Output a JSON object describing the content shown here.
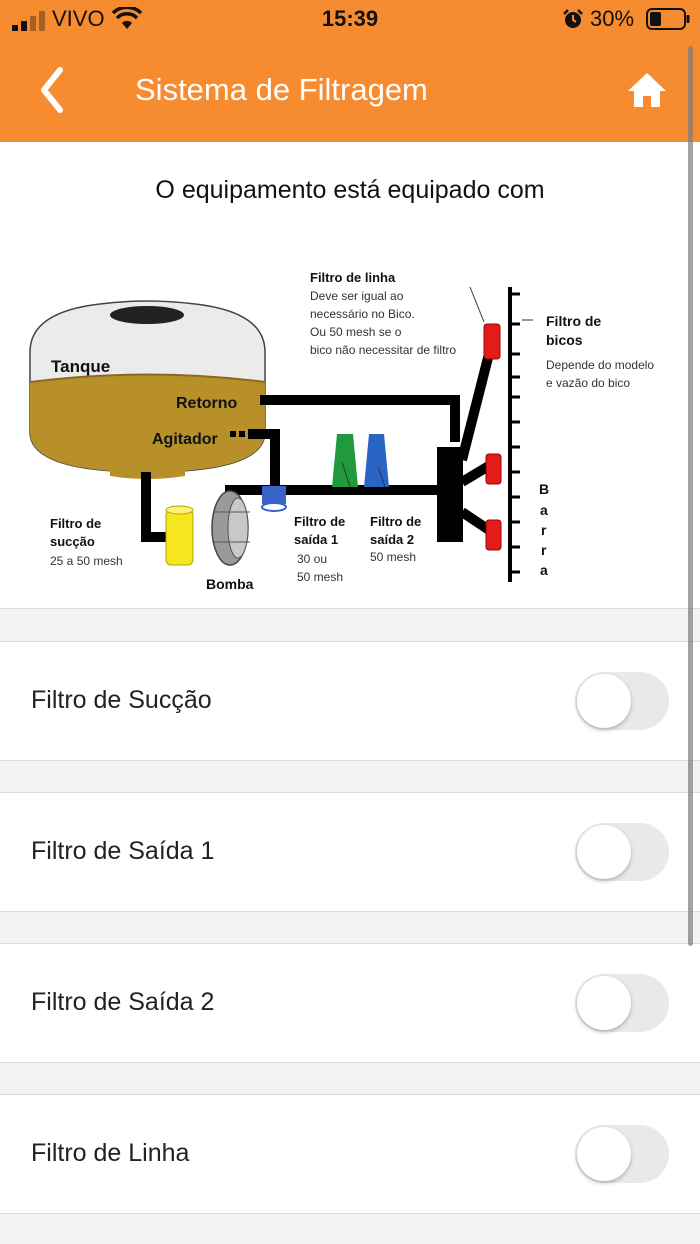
{
  "status_bar": {
    "carrier": "VIVO",
    "time": "15:39",
    "battery": "30%"
  },
  "header": {
    "title": "Sistema de Filtragem",
    "back_icon": "chevron-left-icon",
    "home_icon": "home-icon"
  },
  "intro": {
    "text": "O equipamento está equipado com"
  },
  "diagram": {
    "tank": "Tanque",
    "return": "Retorno",
    "agitator": "Agitador",
    "agitator_suffix": "==",
    "pump": "Bomba",
    "suction_title": [
      "Filtro de",
      "sucção"
    ],
    "suction_spec": "25 a 50 mesh",
    "out1_title": [
      "Filtro de",
      "saída 1"
    ],
    "out1_spec": [
      "30 ou",
      "50 mesh"
    ],
    "out2_title": [
      "Filtro de",
      "saída 2"
    ],
    "out2_spec": "50 mesh",
    "line_title": "Filtro de linha",
    "line_desc": [
      "Deve ser igual ao",
      "necessário no Bico.",
      "Ou 50 mesh se o",
      "bico não necessitar de filtro"
    ],
    "nozzle_title": [
      "Filtro de",
      "bicos"
    ],
    "nozzle_desc": [
      "Depende do modelo",
      "e vazão do bico"
    ],
    "bar_letters": [
      "B",
      "a",
      "r",
      "r",
      "a"
    ]
  },
  "filters": [
    {
      "label": "Filtro de Sucção",
      "enabled": false
    },
    {
      "label": "Filtro de Saída 1",
      "enabled": false
    },
    {
      "label": "Filtro de Saída 2",
      "enabled": false
    },
    {
      "label": "Filtro de Linha",
      "enabled": false
    }
  ],
  "colors": {
    "accent": "#f78b2f",
    "toggle_off": "#e9e9ea"
  }
}
